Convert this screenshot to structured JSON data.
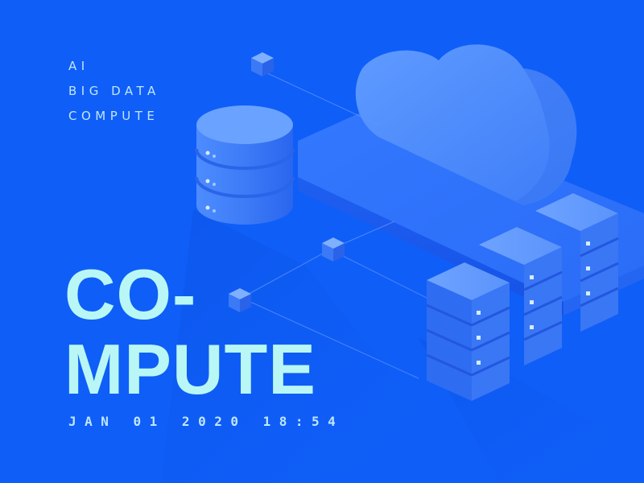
{
  "tags": [
    "AI",
    "BIG DATA",
    "COMPUTE"
  ],
  "title": {
    "line1": "CO-",
    "line2": "MPUTE"
  },
  "datetime": "JAN 01 2020 18:54",
  "colors": {
    "background": "#0f5ef7",
    "title": "#b8f7f6",
    "text": "#bfe6ff"
  },
  "illustration": {
    "elements": [
      "cloud-icon",
      "database-cylinder-icon",
      "server-rack-icon",
      "small-cube-icon"
    ]
  }
}
